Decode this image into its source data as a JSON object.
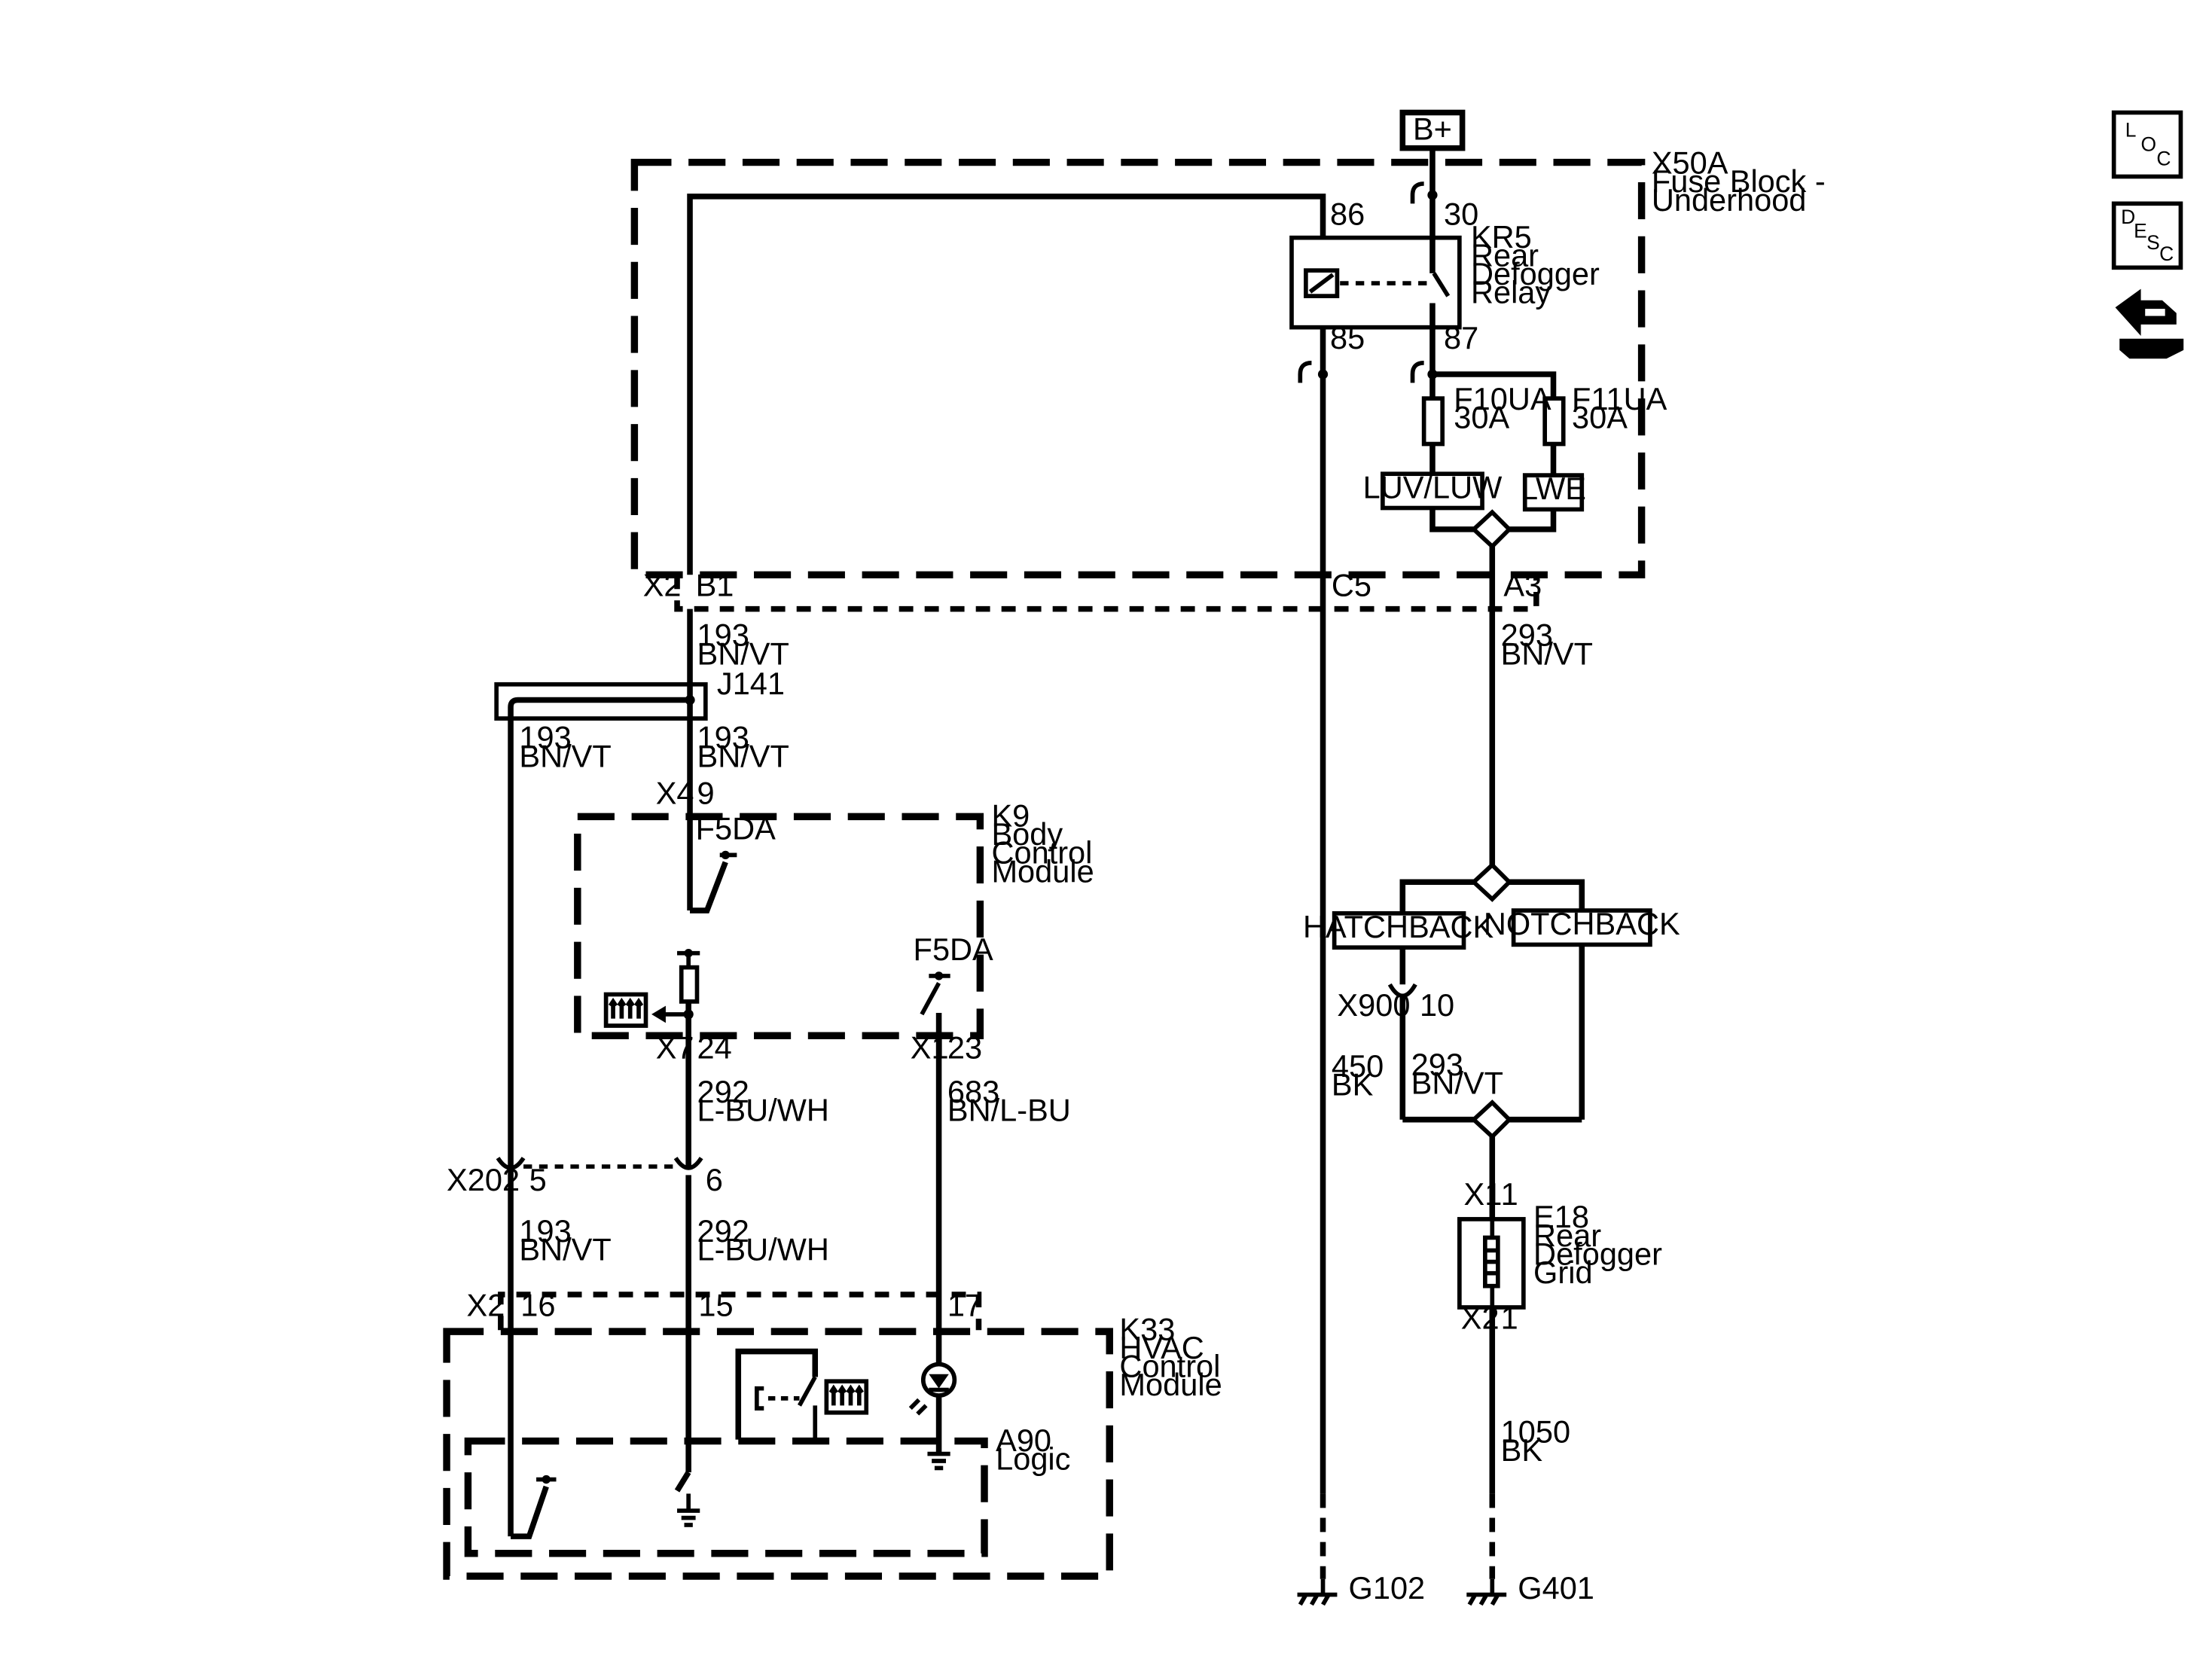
{
  "battery": "B+",
  "fuse_block": {
    "id": "X50A",
    "name_l1": "Fuse Block -",
    "name_l2": "Underhood"
  },
  "relay": {
    "id": "KR5",
    "l1": "Rear",
    "l2": "Defogger",
    "l3": "Relay",
    "pin86": "86",
    "pin30": "30",
    "pin85": "85",
    "pin87": "87"
  },
  "fuses": [
    {
      "id": "F10UA",
      "rating": "30A",
      "option": "LUV/LUW"
    },
    {
      "id": "F11UA",
      "rating": "30A",
      "option": "LWE"
    }
  ],
  "connector_x2_top": {
    "id": "X2",
    "pins": [
      "B1",
      "C5",
      "A3"
    ]
  },
  "wires": {
    "w193_a": {
      "circuit": "193",
      "color": "BN/VT"
    },
    "w293_a": {
      "circuit": "293",
      "color": "BN/VT"
    },
    "w193_b": {
      "circuit": "193",
      "color": "BN/VT"
    },
    "w193_c": {
      "circuit": "193",
      "color": "BN/VT"
    },
    "w292_a": {
      "circuit": "292",
      "color": "L-BU/WH"
    },
    "w683": {
      "circuit": "683",
      "color": "BN/L-BU"
    },
    "w450": {
      "circuit": "450",
      "color": "BK"
    },
    "w293_b": {
      "circuit": "293",
      "color": "BN/VT"
    },
    "w193_d": {
      "circuit": "193",
      "color": "BN/VT"
    },
    "w292_b": {
      "circuit": "292",
      "color": "L-BU/WH"
    },
    "w1050": {
      "circuit": "1050",
      "color": "BK"
    }
  },
  "splice": "J141",
  "bcm": {
    "id": "K9",
    "l1": "Body",
    "l2": "Control",
    "l3": "Module",
    "conn_in": "X4",
    "pin_in": "9",
    "switch1": "F5DA",
    "switch2": "F5DA",
    "conn_x7": "X7",
    "pin_x7": "24",
    "conn_x1": "X1",
    "pin_x1": "23"
  },
  "body_style": {
    "a": "HATCHBACK",
    "b": "NOTCHBACK"
  },
  "x900": {
    "id": "X900",
    "pin": "10"
  },
  "x202": {
    "id": "X202",
    "pin_a": "5",
    "pin_b": "6"
  },
  "hvac": {
    "id": "K33",
    "l1": "HVAC",
    "l2": "Control",
    "l3": "Module",
    "conn": "X2",
    "pins": [
      "16",
      "15",
      "17"
    ],
    "logic_id": "A90",
    "logic_name": "Logic"
  },
  "grid": {
    "id": "E18",
    "l1": "Rear",
    "l2": "Defogger",
    "l3": "Grid",
    "conn_top": "X1",
    "pin_top": "1",
    "conn_bot": "X2",
    "pin_bot": "1"
  },
  "grounds": {
    "g1": "G102",
    "g2": "G401"
  },
  "nav": {
    "loc": {
      "l": "L",
      "o": "O",
      "c": "C"
    },
    "desc": {
      "d": "D",
      "e": "E",
      "s": "S",
      "c": "C"
    },
    "icon": "connector-end-view-icon"
  }
}
